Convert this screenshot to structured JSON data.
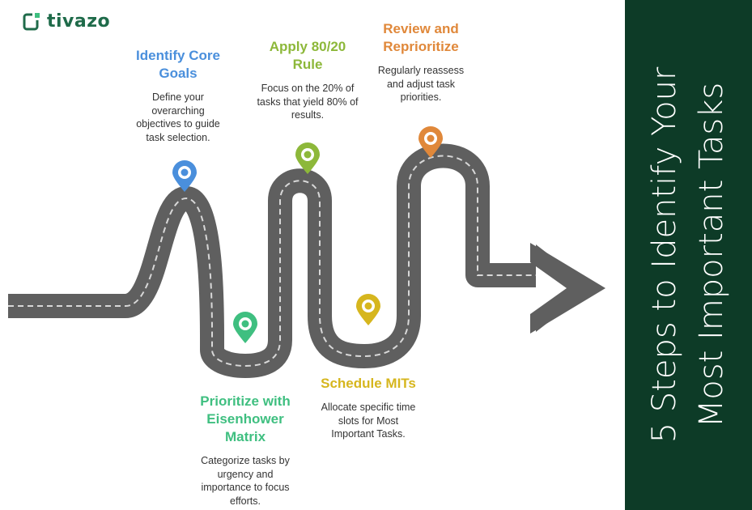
{
  "brand": {
    "name": "tivazo",
    "color": "#1f6b4a"
  },
  "sidebar": {
    "title": "5 Steps to Identify Your Most Important Tasks",
    "background": "#0d3b27"
  },
  "road": {
    "color": "#5f5f5f",
    "lane_color": "#d8d8d8"
  },
  "steps": [
    {
      "title": "Identify Core Goals",
      "description": "Define your overarching objectives to guide task selection.",
      "color": "#4a8fdc",
      "icon": "map-pin-icon"
    },
    {
      "title": "Prioritize with Eisenhower Matrix",
      "description": "Categorize tasks by urgency and importance to focus efforts.",
      "color": "#3fbf80",
      "icon": "map-pin-icon"
    },
    {
      "title": "Apply 80/20 Rule",
      "description": "Focus on the 20% of tasks that yield 80% of results.",
      "color": "#8db83a",
      "icon": "map-pin-icon"
    },
    {
      "title": "Schedule MITs",
      "description": "Allocate specific time slots for Most Important Tasks.",
      "color": "#d6b61e",
      "icon": "map-pin-icon"
    },
    {
      "title": "Review and Reprioritize",
      "description": "Regularly reassess and adjust task priorities.",
      "color": "#e0883a",
      "icon": "map-pin-icon"
    }
  ]
}
